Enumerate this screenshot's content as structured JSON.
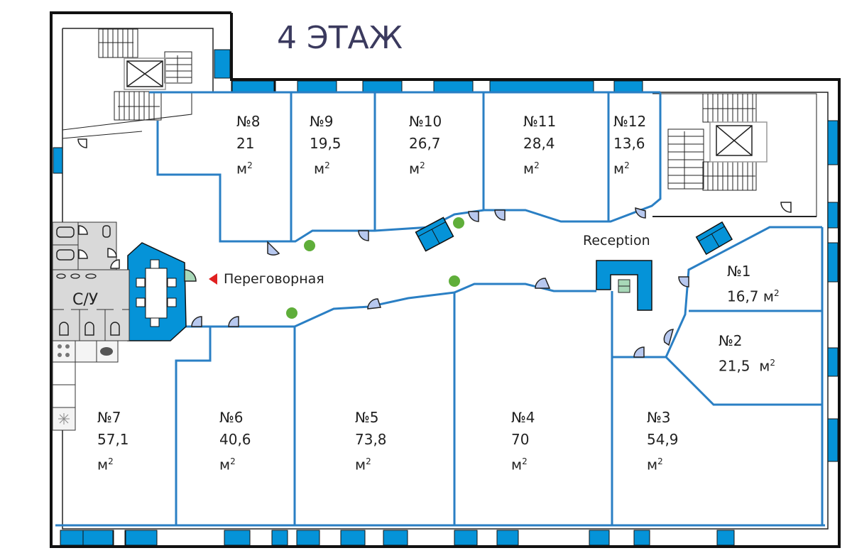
{
  "floor_title": "4 ЭТАЖ",
  "colors": {
    "accent": "#0593d8",
    "wall": "#111111",
    "partition": "#2a7fc4",
    "door_fill": "#b7c8ef",
    "plant": "#5fae3a",
    "wc_fill": "#d9d9d9",
    "marker": "#e02020"
  },
  "labels": {
    "reception": "Reception",
    "meeting_room": "Переговорная",
    "wc": "С/У",
    "unit": "м²",
    "unit_base": "м"
  },
  "rooms": [
    {
      "id": "1",
      "number": "№1",
      "area": "16,7"
    },
    {
      "id": "2",
      "number": "№2",
      "area": "21,5"
    },
    {
      "id": "3",
      "number": "№3",
      "area": "54,9"
    },
    {
      "id": "4",
      "number": "№4",
      "area": "70"
    },
    {
      "id": "5",
      "number": "№5",
      "area": "73,8"
    },
    {
      "id": "6",
      "number": "№6",
      "area": "40,6"
    },
    {
      "id": "7",
      "number": "№7",
      "area": "57,1"
    },
    {
      "id": "8",
      "number": "№8",
      "area": "21"
    },
    {
      "id": "9",
      "number": "№9",
      "area": "19,5"
    },
    {
      "id": "10",
      "number": "№10",
      "area": "26,7"
    },
    {
      "id": "11",
      "number": "№11",
      "area": "28,4"
    },
    {
      "id": "12",
      "number": "№12",
      "area": "13,6"
    }
  ],
  "icons": {
    "elevator": "elevator-icon",
    "stairs": "stairs-icon",
    "sofa": "sofa-icon",
    "plant": "plant-icon",
    "door": "door-icon",
    "table": "meeting-table-icon",
    "toilet": "toilet-icon",
    "sink": "sink-icon",
    "stove": "stove-icon",
    "marker": "triangle-marker-icon"
  }
}
